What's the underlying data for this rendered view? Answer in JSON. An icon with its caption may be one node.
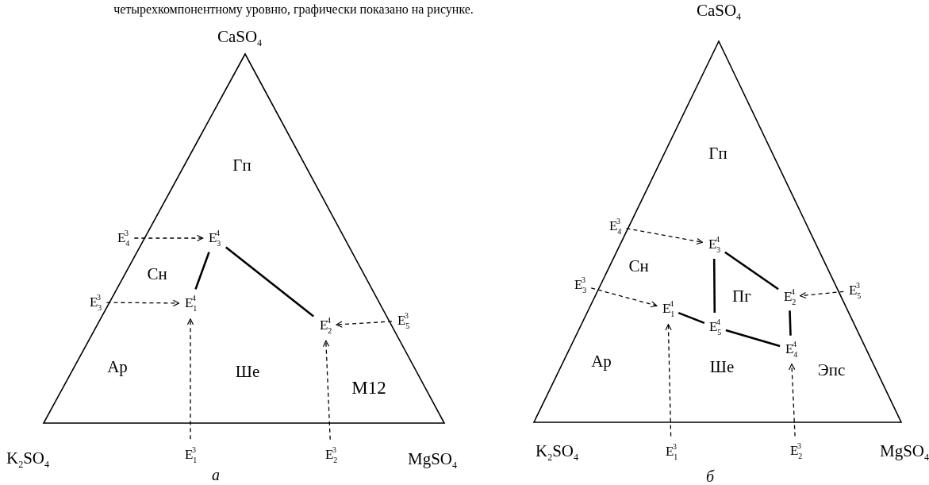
{
  "diagram": {
    "nodes": [
      {
        "text": [
          "E$_{4}$$^{3}$"
        ]
      },
      {
        "text": [
          "E$_{3}$$^{4}$"
        ]
      },
      {
        "text": [
          "E$_{3}$$^{3}$"
        ]
      },
      {
        "text": [
          "E$_{1}$$^{4}$"
        ]
      },
      {
        "text": [
          "E$_{5}$$^{3}$"
        ]
      },
      {
        "text": [
          "E$_{2}$$^{4}$"
        ]
      },
      {
        "text": [
          "E$_{1}$$^{3}$"
        ]
      },
      {
        "text": [
          "E$_{2}$$^{3}$"
        ]
      },
      {
        "text": [
          "E$_{4}$$^{3}$"
        ]
      },
      {
        "text": [
          "E$_{3}$$^{4}$"
        ]
      },
      {
        "text": [
          "E$_{3}$$^{3}$"
        ]
      },
      {
        "text": [
          "E$_{2}$$^{4}$"
        ]
      },
      {
        "text": [
          "E$_{5}$$^{3}$"
        ]
      },
      {
        "text": [
          "E$_{1}$$^{4}$"
        ]
      },
      {
        "text": [
          "E$_{5}$$^{4}$"
        ]
      },
      {
        "text": [
          "E$_{4}$$^{4}$"
        ]
      },
      {
        "text": [
          "E$_{1}$$^{3}$"
        ]
      },
      {
        "text": [
          "E$_{2}$$^{3}$"
        ]
      }
    ],
    "edges": [
      {
        "from": 0,
        "to": 1,
        "arrow": "to",
        "style": "dashed"
      },
      {
        "from": 2,
        "to": 3,
        "arrow": "to",
        "style": "dashed"
      },
      {
        "from": 3,
        "to": 1,
        "arrow": "none"
      },
      {
        "from": 1,
        "to": 5,
        "arrow": "none"
      },
      {
        "from": 4,
        "to": 5,
        "arrow": "to",
        "style": "dashed"
      },
      {
        "from": 6,
        "to": 3,
        "arrow": "to",
        "style": "dashed"
      },
      {
        "from": 7,
        "to": 5,
        "arrow": "to",
        "style": "dashed"
      },
      {
        "from": 8,
        "to": 9,
        "arrow": "to",
        "style": "dashed"
      },
      {
        "from": 9,
        "to": 11,
        "arrow": "none"
      },
      {
        "from": 9,
        "to": 14,
        "arrow": "none"
      },
      {
        "from": 12,
        "to": 11,
        "arrow": "to",
        "style": "dashed"
      },
      {
        "from": 10,
        "to": 13,
        "arrow": "to",
        "style": "dashed"
      },
      {
        "from": 13,
        "to": 14,
        "arrow": "none"
      },
      {
        "from": 14,
        "to": 15,
        "arrow": "none"
      },
      {
        "from": 11,
        "to": 15,
        "arrow": "none"
      },
      {
        "from": 16,
        "to": 13,
        "arrow": "to",
        "style": "dashed"
      },
      {
        "from": 17,
        "to": 15,
        "arrow": "to",
        "style": "dashed"
      }
    ],
    "labels": [
      "четырехкомпонентному уровню, графически показано на рисунке.",
      "CaSO$_{4}$",
      "Гп",
      "Сн",
      "Ар",
      "Ше",
      "М12",
      "K$_{2}$SO$_{4}$",
      "MgSO$_{4}$",
      "а",
      "CaSO$_{4}$",
      "Гп",
      "Сн",
      "Пг",
      "Ар",
      "Ше",
      "Эпс",
      "K$_{2}$SO$_{4}$",
      "MgSO$_{4}$",
      "б"
    ]
  }
}
